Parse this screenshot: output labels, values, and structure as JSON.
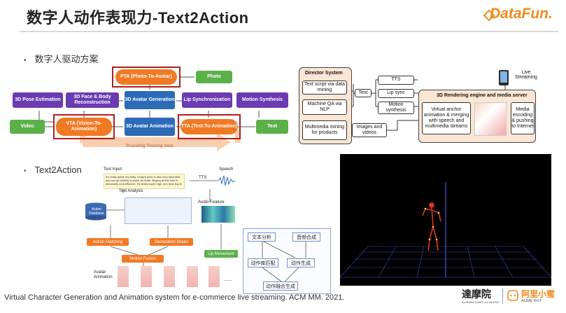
{
  "header": {
    "title": "数字人动作表现力-Text2Action",
    "logo_text": "DataFun."
  },
  "bullets": {
    "first": "数字人驱动方案",
    "second": "Text2Action"
  },
  "left_diagram": {
    "pta": "PTA (Photo-To-Avatar)",
    "photo": "Photo",
    "pose_estimation": "3D Pose Estimation",
    "face_body": "3D Face & Body Reconstruction",
    "avatar_gen": "3D Avatar Generation",
    "lip_sync": "Lip Synchronization",
    "motion_synth": "Motion Synthesis",
    "video": "Video",
    "vta": "VTA (Vision-To-Animation)",
    "avatar_anim": "3D Avatar Animation",
    "tta": "TTA (Text-To-Animation)",
    "text": "Text",
    "training": "Providing Training Data"
  },
  "right_diagram": {
    "director": "Director System",
    "text_script": "Text script via data mining",
    "machine_qa": "Machine QA via NLP",
    "multimedia": "Multimedia mining for products",
    "text_label": "Text",
    "tts": "TTS",
    "lip_sync": "Lip sync",
    "motion_synthesis": "Motion synthesis",
    "images_videos": "Images and videos",
    "render_engine": "3D Rendering engine and media server",
    "virtual_anchor": "Virtual anchor animation & merging with speech and multimedia streams",
    "media_encoding": "Media encoding & pushing to Internet",
    "live_streaming": "Live Streaming"
  },
  "text2action": {
    "text_input_label": "Text Input",
    "text_input_body": "It's really great, my baby, today's price is also very favorable, you can go directly to place an order. Buying at this time is absolutely cost-effective, it's really super high, you trust buy it!",
    "tts": "TTS",
    "speech": "Speech",
    "text_analysis": "Text Analysis",
    "audio_feature": "Audio Feature",
    "action_db": "Action Database",
    "action_matching": "Action Matching",
    "generation_model": "Generation Model",
    "motion_fusion": "Motion Fusion",
    "lip_movement": "Lip Movement",
    "avatar_animation": "Avatar Animation",
    "ellipsis": "......"
  },
  "cn_flow": {
    "text_analysis": "文本分析",
    "audio_synth": "音频合成",
    "action_match": "动作库匹配",
    "action_gen": "动作生成",
    "action_fusion": "动作融合生成"
  },
  "footer": {
    "citation": "Virtual Character Generation and Animation system for e-commerce live streaming. ACM MM. 2021.",
    "brand1": "達摩院",
    "brand1_sub": "ALIBABA DAMO ACADEMY",
    "brand2": "阿里小蜜",
    "brand2_sub": "ALIME BOT"
  },
  "colors": {
    "accent": "#f08a1c",
    "purple": "#6b3bb2",
    "blue": "#2c6bb8",
    "green": "#5bb04a",
    "red_frame": "#b31e1e"
  }
}
